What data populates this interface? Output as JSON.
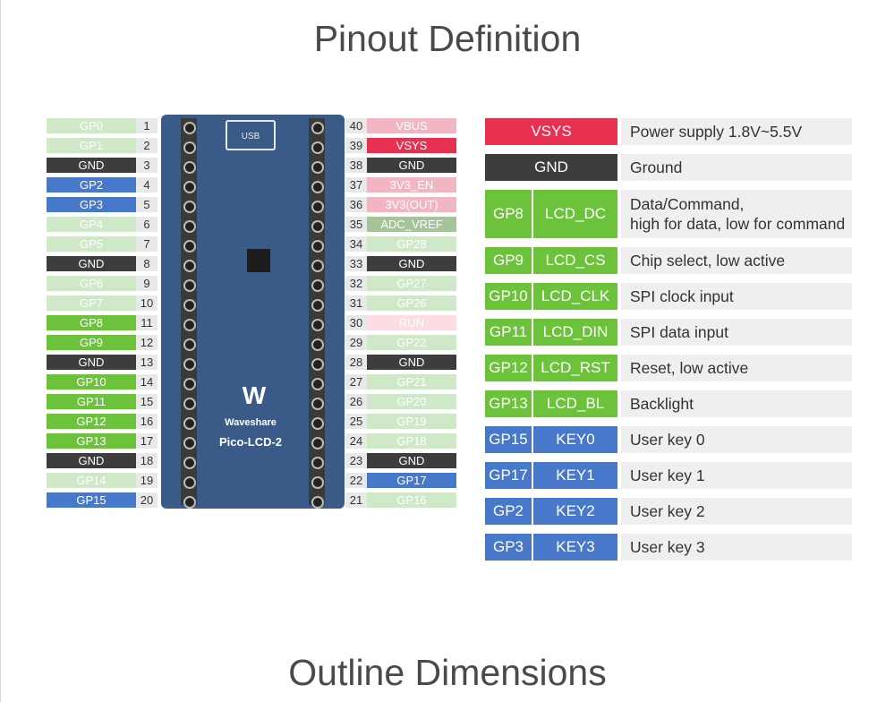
{
  "title": "Pinout Definition",
  "subtitle_bottom": "Outline Dimensions",
  "colors": {
    "light_green": "#cfe8c7",
    "green": "#6cc23a",
    "black": "#3d3d3d",
    "blue": "#4778c9",
    "pink": "#f2b6c2",
    "red": "#e83150",
    "lightpink": "#fbdde3",
    "olive": "#a6c39a",
    "lightblue": "#c6d3ef"
  },
  "pins_left": [
    {
      "num": "1",
      "label": "GP0",
      "color": "light_green"
    },
    {
      "num": "2",
      "label": "GP1",
      "color": "light_green"
    },
    {
      "num": "3",
      "label": "GND",
      "color": "black"
    },
    {
      "num": "4",
      "label": "GP2",
      "color": "blue"
    },
    {
      "num": "5",
      "label": "GP3",
      "color": "blue"
    },
    {
      "num": "6",
      "label": "GP4",
      "color": "light_green"
    },
    {
      "num": "7",
      "label": "GP5",
      "color": "light_green"
    },
    {
      "num": "8",
      "label": "GND",
      "color": "black"
    },
    {
      "num": "9",
      "label": "GP6",
      "color": "light_green"
    },
    {
      "num": "10",
      "label": "GP7",
      "color": "light_green"
    },
    {
      "num": "11",
      "label": "GP8",
      "color": "green"
    },
    {
      "num": "12",
      "label": "GP9",
      "color": "green"
    },
    {
      "num": "13",
      "label": "GND",
      "color": "black"
    },
    {
      "num": "14",
      "label": "GP10",
      "color": "green"
    },
    {
      "num": "15",
      "label": "GP11",
      "color": "green"
    },
    {
      "num": "16",
      "label": "GP12",
      "color": "green"
    },
    {
      "num": "17",
      "label": "GP13",
      "color": "green"
    },
    {
      "num": "18",
      "label": "GND",
      "color": "black"
    },
    {
      "num": "19",
      "label": "GP14",
      "color": "light_green"
    },
    {
      "num": "20",
      "label": "GP15",
      "color": "blue"
    }
  ],
  "pins_right": [
    {
      "num": "40",
      "label": "VBUS",
      "color": "pink"
    },
    {
      "num": "39",
      "label": "VSYS",
      "color": "red"
    },
    {
      "num": "38",
      "label": "GND",
      "color": "black"
    },
    {
      "num": "37",
      "label": "3V3_EN",
      "color": "pink"
    },
    {
      "num": "36",
      "label": "3V3(OUT)",
      "color": "pink"
    },
    {
      "num": "35",
      "label": "ADC_VREF",
      "color": "olive"
    },
    {
      "num": "34",
      "label": "GP28",
      "color": "light_green"
    },
    {
      "num": "33",
      "label": "GND",
      "color": "black"
    },
    {
      "num": "32",
      "label": "GP27",
      "color": "light_green"
    },
    {
      "num": "31",
      "label": "GP26",
      "color": "light_green"
    },
    {
      "num": "30",
      "label": "RUN",
      "color": "lightpink"
    },
    {
      "num": "29",
      "label": "GP22",
      "color": "light_green"
    },
    {
      "num": "28",
      "label": "GND",
      "color": "black"
    },
    {
      "num": "27",
      "label": "GP21",
      "color": "light_green"
    },
    {
      "num": "26",
      "label": "GP20",
      "color": "light_green"
    },
    {
      "num": "25",
      "label": "GP19",
      "color": "light_green"
    },
    {
      "num": "24",
      "label": "GP18",
      "color": "light_green"
    },
    {
      "num": "23",
      "label": "GND",
      "color": "black"
    },
    {
      "num": "22",
      "label": "GP17",
      "color": "blue"
    },
    {
      "num": "21",
      "label": "GP16",
      "color": "light_green"
    }
  ],
  "board": {
    "usb": "USB",
    "brand": "Waveshare",
    "model": "Pico-LCD-2"
  },
  "table": [
    {
      "pin": "",
      "func": "VSYS",
      "desc": "Power supply 1.8V~5.5V",
      "color": "red",
      "span": true
    },
    {
      "pin": "",
      "func": "GND",
      "desc": "Ground",
      "color": "black",
      "span": true
    },
    {
      "pin": "GP8",
      "func": "LCD_DC",
      "desc": "Data/Command,\nhigh for data, low for command",
      "color": "green",
      "tall": true
    },
    {
      "pin": "GP9",
      "func": "LCD_CS",
      "desc": "Chip select, low active",
      "color": "green"
    },
    {
      "pin": "GP10",
      "func": "LCD_CLK",
      "desc": "SPI clock input",
      "color": "green"
    },
    {
      "pin": "GP11",
      "func": "LCD_DIN",
      "desc": "SPI data input",
      "color": "green"
    },
    {
      "pin": "GP12",
      "func": "LCD_RST",
      "desc": "Reset, low active",
      "color": "green"
    },
    {
      "pin": "GP13",
      "func": "LCD_BL",
      "desc": "Backlight",
      "color": "green"
    },
    {
      "pin": "GP15",
      "func": "KEY0",
      "desc": "User key 0",
      "color": "blue"
    },
    {
      "pin": "GP17",
      "func": "KEY1",
      "desc": "User key 1",
      "color": "blue"
    },
    {
      "pin": "GP2",
      "func": "KEY2",
      "desc": "User key 2",
      "color": "blue"
    },
    {
      "pin": "GP3",
      "func": "KEY3",
      "desc": "User key 3",
      "color": "blue"
    }
  ]
}
